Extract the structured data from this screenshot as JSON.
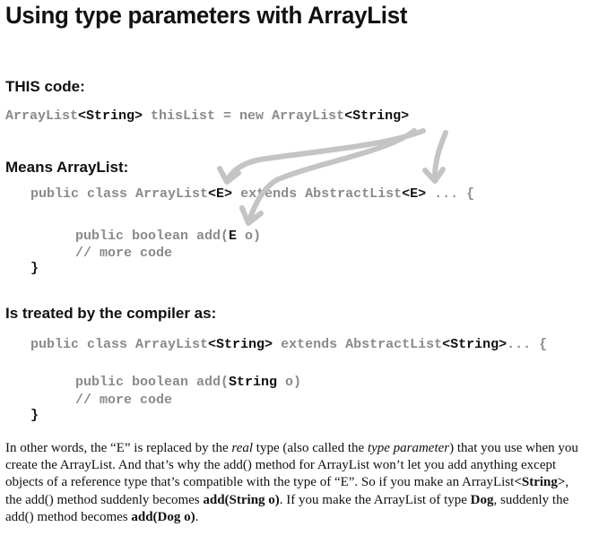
{
  "title": "Using type parameters with ArrayList",
  "section1": {
    "heading": "THIS code:",
    "code": {
      "p1": "ArrayList",
      "p2": "<String>",
      "p3": " thisList = new ArrayList",
      "p4": "<String>"
    }
  },
  "section2": {
    "heading": "Means ArrayList:",
    "line1": {
      "p1": "public class ArrayList",
      "p2": "<E>",
      "p3": " extends AbstractList",
      "p4": "<E>",
      "p5": " ... {"
    },
    "line2": {
      "p1": "public boolean add(",
      "p2": "E",
      "p3": " o)"
    },
    "line3": "// more code",
    "line4": "}"
  },
  "section3": {
    "heading": "Is treated by the compiler as:",
    "line1": {
      "p1": "public class ArrayList",
      "p2": "<String>",
      "p3": " extends AbstractList",
      "p4": "<String>",
      "p5": "... {"
    },
    "line2": {
      "p1": "public boolean add(",
      "p2": "String",
      "p3": " o)"
    },
    "line3": "// more code",
    "line4": "}"
  },
  "paragraph": {
    "t1": "In other words, the “E” is replaced by the ",
    "i1": "real",
    "t2": " type (also called the ",
    "i2": "type parameter",
    "t3": ") that you use when you create the ArrayList. And that’s why the add() method for ArrayList won’t let you add anything except objects of a reference type that’s compatible with the type of “E”. So if you make an ArrayList",
    "b1": "<String>",
    "t4": ", the add() method suddenly becomes ",
    "b2": "add(String o)",
    "t5": ". If you make the ArrayList of type ",
    "b3": "Dog",
    "t6": ", suddenly the add() method becomes ",
    "b4": "add(Dog o)",
    "t7": "."
  },
  "colors": {
    "code_gray": "#8a8a8a",
    "highlight_black": "#111111",
    "arrow_gray": "#c4c4c4"
  }
}
